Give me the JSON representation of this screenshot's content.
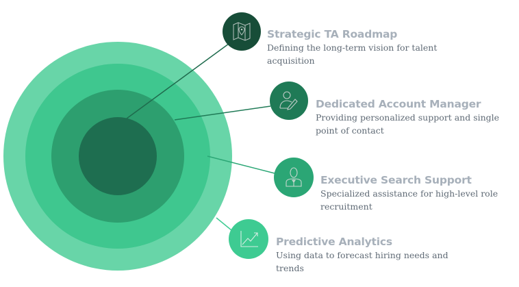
{
  "colors": {
    "ring_outer": "#68d5a8",
    "ring_2": "#3fc78f",
    "ring_3": "#2d9f6f",
    "ring_core": "#1e6e50",
    "icon_1": "#174d38",
    "icon_2": "#1f7a56",
    "icon_3": "#2ba675",
    "icon_4": "#3ecb92"
  },
  "items": [
    {
      "icon": "map-pin-icon",
      "title": "Strategic TA Roadmap",
      "description": "Defining the long-term vision for talent acquisition"
    },
    {
      "icon": "user-edit-icon",
      "title": "Dedicated Account Manager",
      "description": "Providing personalized support and single point of contact"
    },
    {
      "icon": "executive-icon",
      "title": "Executive Search Support",
      "description": "Specialized assistance for high-level role recruitment"
    },
    {
      "icon": "trend-chart-icon",
      "title": "Predictive Analytics",
      "description": "Using data to forecast hiring needs and trends"
    }
  ]
}
